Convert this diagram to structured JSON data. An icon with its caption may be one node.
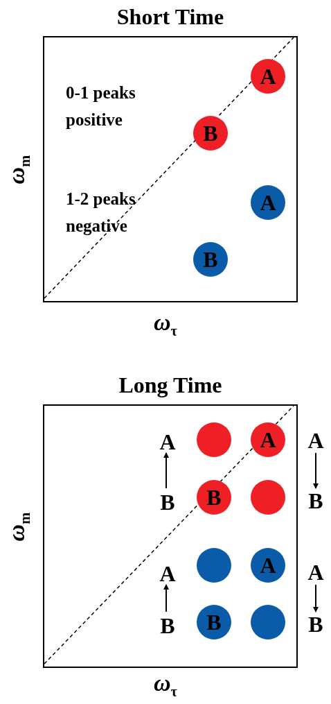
{
  "diagram": {
    "nodes": [
      {
        "text": [
          "Short Time"
        ]
      },
      {
        "text": [
          "A"
        ],
        "in": 0
      },
      {
        "text": [
          "B"
        ],
        "in": 0
      },
      {
        "text": [
          "A"
        ],
        "in": 0
      },
      {
        "text": [
          "B"
        ],
        "in": 0
      },
      {
        "text": [
          "Long Time"
        ]
      },
      {
        "text": [
          "A"
        ],
        "in": 5
      },
      {
        "text": [],
        "shape": "circle",
        "in": 5
      },
      {
        "text": [
          "A"
        ],
        "in": 5
      },
      {
        "text": [
          "A"
        ]
      },
      {
        "text": [
          "B"
        ],
        "in": 5
      },
      {
        "text": [
          "B"
        ],
        "in": 5
      },
      {
        "text": [],
        "shape": "circle",
        "in": 5
      },
      {
        "text": [
          "B"
        ]
      },
      {
        "text": [
          "A"
        ],
        "in": 5
      },
      {
        "text": [],
        "shape": "circle",
        "in": 5
      },
      {
        "text": [
          "A"
        ],
        "in": 5
      },
      {
        "text": [
          "A"
        ]
      },
      {
        "text": [
          "B"
        ],
        "in": 5
      },
      {
        "text": [
          "B"
        ],
        "in": 5
      },
      {
        "text": [],
        "shape": "circle",
        "in": 5
      },
      {
        "text": [
          "B"
        ]
      }
    ],
    "edges": [
      {
        "from": 10,
        "to": 6,
        "arrow": "to"
      },
      {
        "from": 9,
        "to": 13,
        "arrow": "to"
      },
      {
        "from": 18,
        "to": 14,
        "arrow": "to"
      },
      {
        "from": 17,
        "to": 21,
        "arrow": "to"
      }
    ],
    "labels": [
      "0-1 peaks positive",
      "1-2 peaks negative",
      "*ω*$_{m}$",
      "*ω*$_{τ}$",
      "*ω*$_{m}$",
      "*ω*$_{τ}$"
    ]
  }
}
